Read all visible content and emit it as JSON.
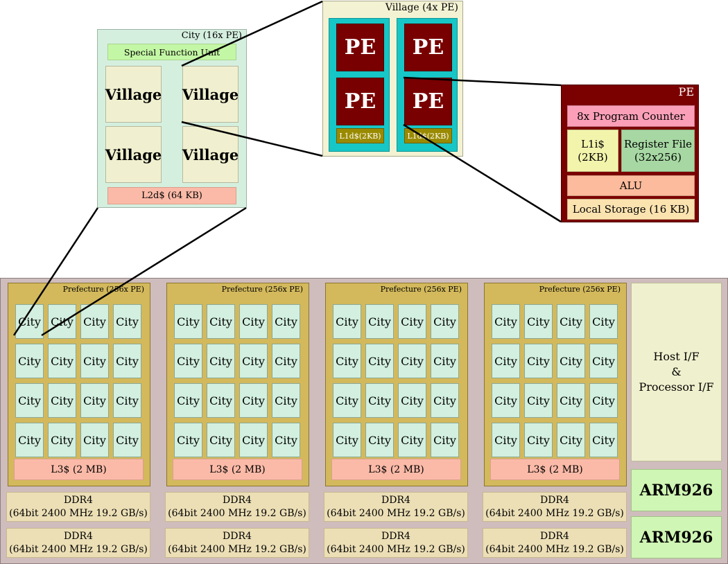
{
  "prefectures": [
    {
      "title": "Prefecture (256x PE)",
      "city_label": "City",
      "l3": "L3$ (2 MB)"
    },
    {
      "title": "Prefecture (256x PE)",
      "city_label": "City",
      "l3": "L3$ (2 MB)"
    },
    {
      "title": "Prefecture (256x PE)",
      "city_label": "City",
      "l3": "L3$ (2 MB)"
    },
    {
      "title": "Prefecture (256x PE)",
      "city_label": "City",
      "l3": "L3$ (2 MB)"
    }
  ],
  "ddr": {
    "line1": "DDR4",
    "line2": "(64bit 2400 MHz 19.2 GB/s)"
  },
  "host_if": {
    "line1": "Host I/F",
    "line2": "&",
    "line3": "Processor I/F"
  },
  "arm": [
    "ARM926",
    "ARM926"
  ],
  "city_zoom": {
    "title": "City (16x PE)",
    "sfu": "Special Function Unit",
    "village_label": "Village",
    "l2": "L2d$ (64 KB)"
  },
  "village_zoom": {
    "title": "Village (4x PE)",
    "pe_label": "PE",
    "l1d": "L1d$(2KB)"
  },
  "pe_zoom": {
    "title": "PE",
    "program_counter": "8x Program Counter",
    "l1i_line1": "L1i$",
    "l1i_line2": "(2KB)",
    "regfile_line1": "Register File",
    "regfile_line2": "(32x256)",
    "alu": "ALU",
    "local_storage": "Local Storage (16 KB)"
  }
}
